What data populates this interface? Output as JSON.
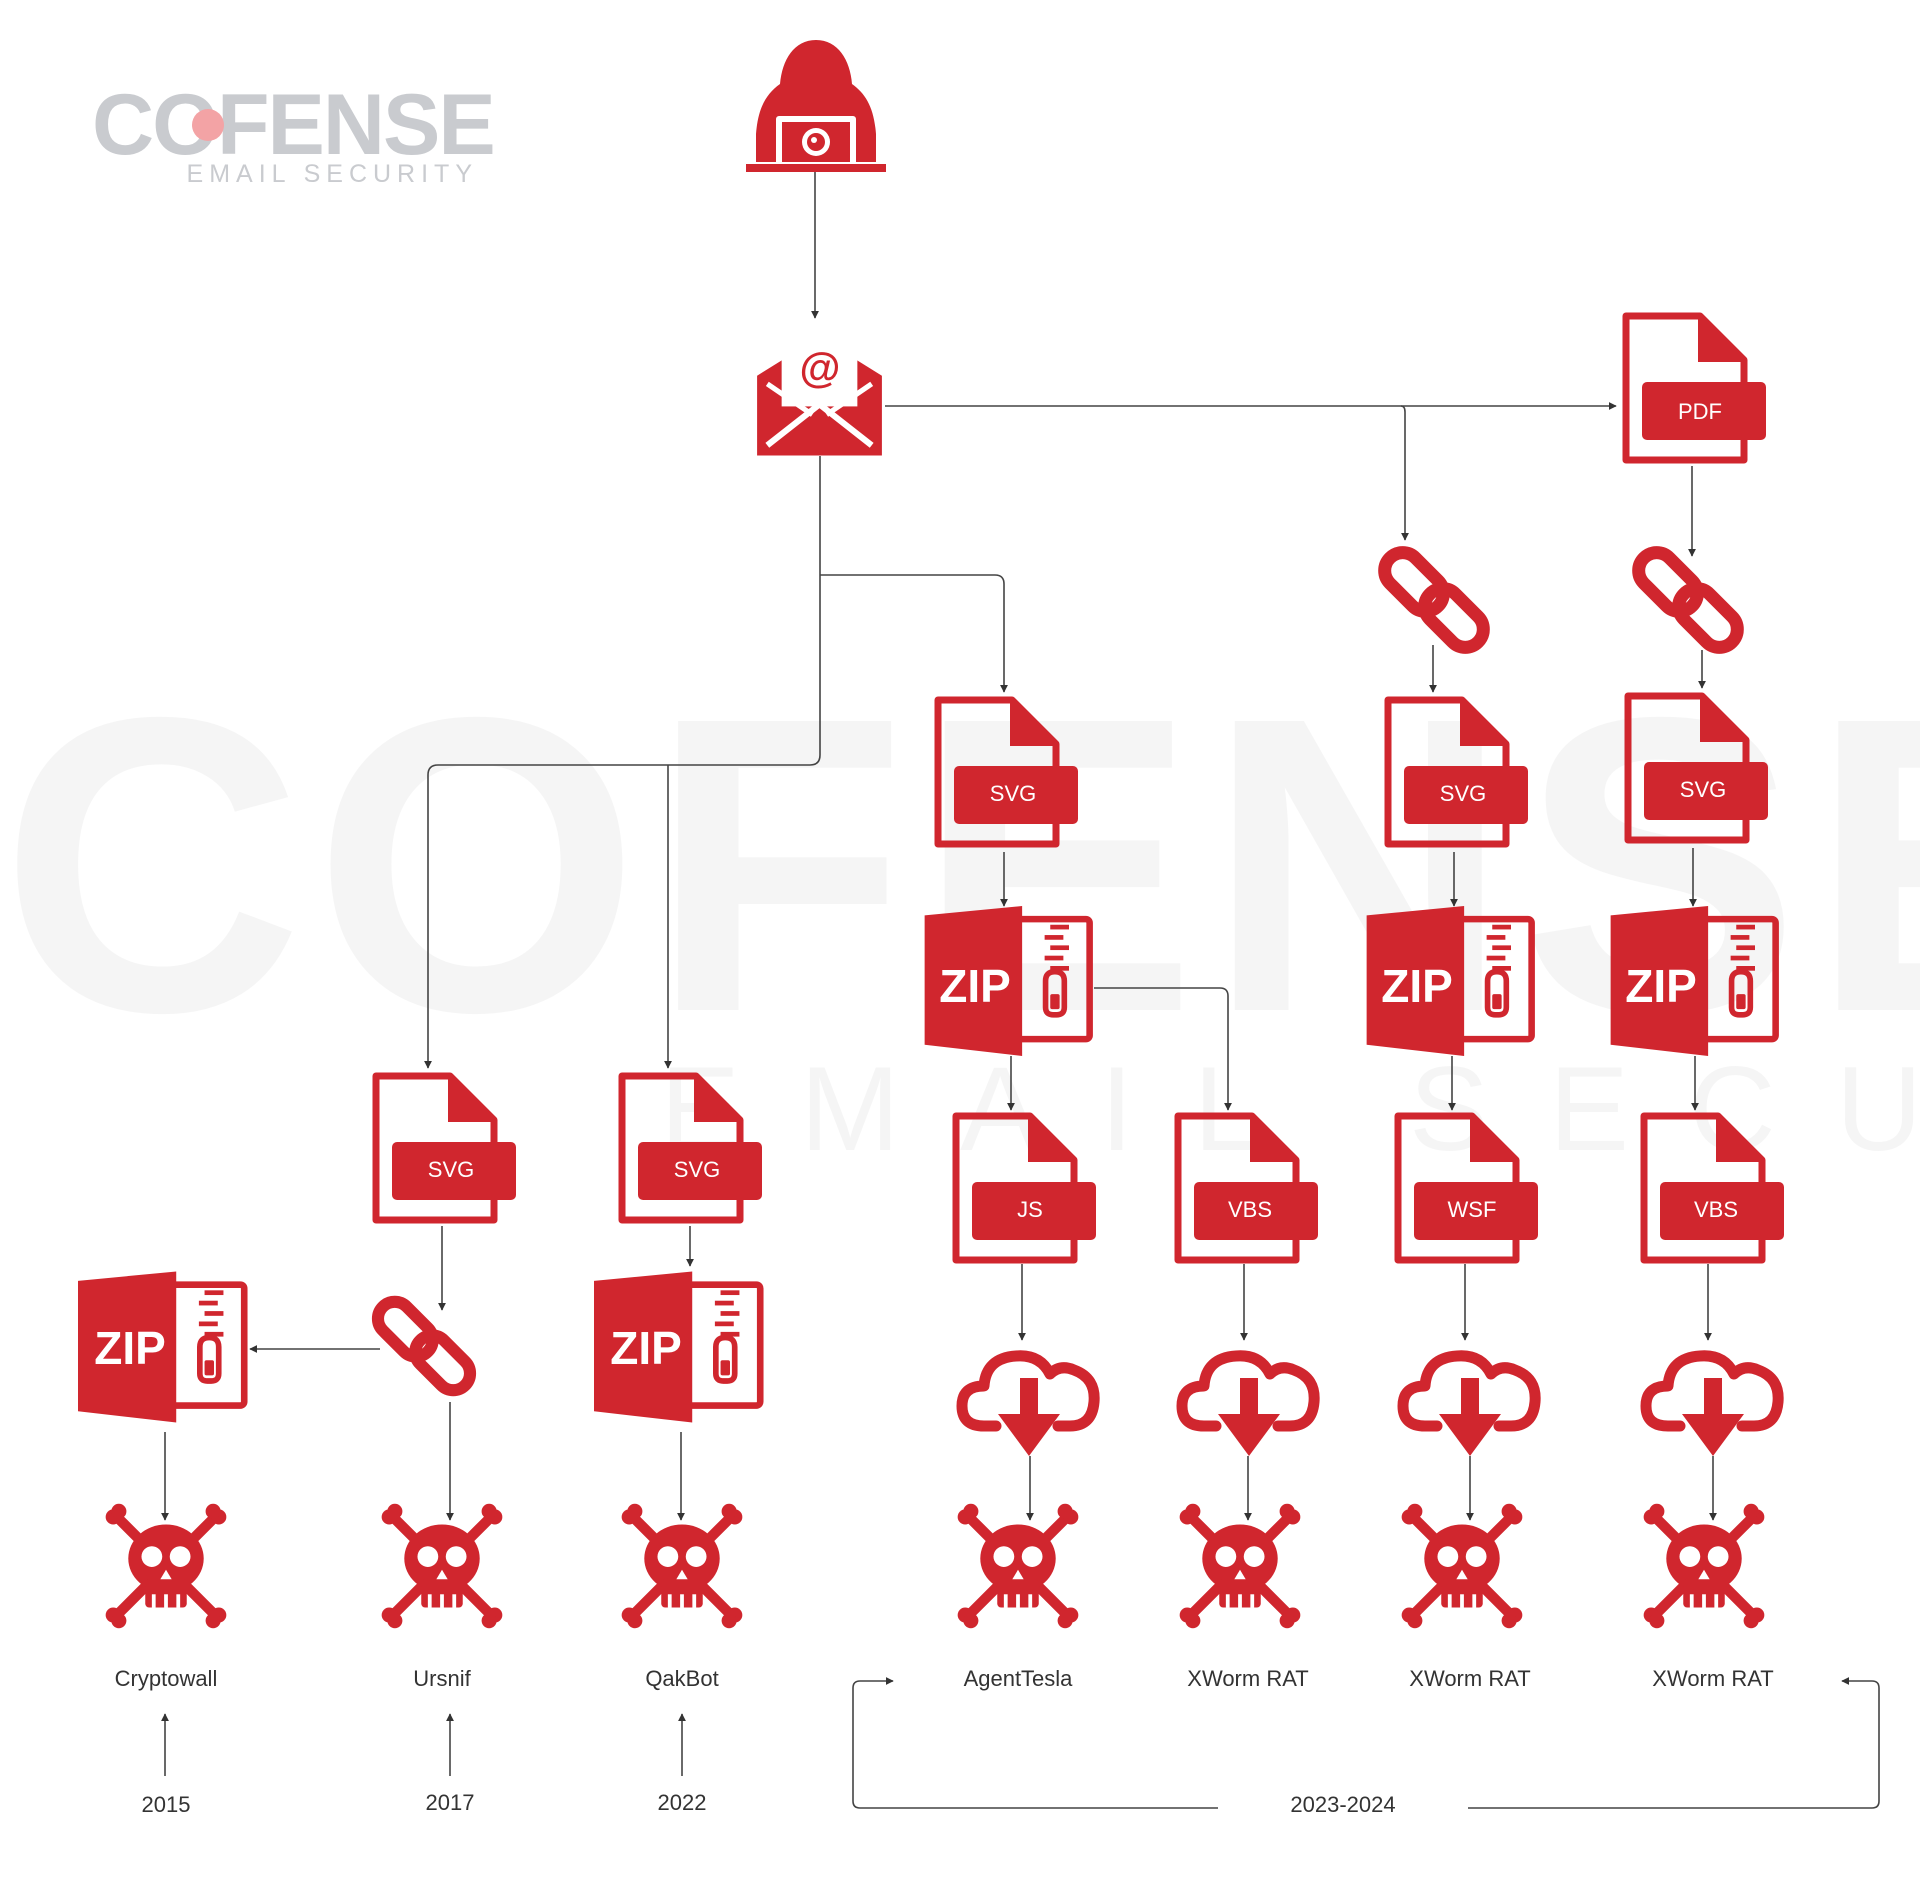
{
  "logo": {
    "wordmark": "COFENSE",
    "tagline": "EMAIL SECURITY"
  },
  "colors": {
    "accent": "#d0262e",
    "logo_gray": "#c9cbcf",
    "logo_dot": "#f3a3a5",
    "line": "#444444",
    "text": "#333333"
  },
  "nodes": {
    "hacker": {
      "icon": "hacker-icon"
    },
    "email": {
      "icon": "email-envelope-icon"
    },
    "pdf": {
      "icon": "pdf-file-icon",
      "label": "PDF"
    },
    "link_svg_top": {
      "icon": "chain-link-icon"
    },
    "link_pdf": {
      "icon": "chain-link-icon"
    },
    "link_ursnif": {
      "icon": "chain-link-icon"
    },
    "svg_agenttesla": {
      "icon": "svg-file-icon",
      "label": "SVG"
    },
    "svg_xworm2": {
      "icon": "svg-file-icon",
      "label": "SVG"
    },
    "svg_xworm3": {
      "icon": "svg-file-icon",
      "label": "SVG"
    },
    "svg_ursnif": {
      "icon": "svg-file-icon",
      "label": "SVG"
    },
    "svg_qakbot": {
      "icon": "svg-file-icon",
      "label": "SVG"
    },
    "zip_agenttesla": {
      "icon": "zip-archive-icon",
      "label": "ZIP"
    },
    "zip_xworm2": {
      "icon": "zip-archive-icon",
      "label": "ZIP"
    },
    "zip_xworm3": {
      "icon": "zip-archive-icon",
      "label": "ZIP"
    },
    "zip_cryptowall": {
      "icon": "zip-archive-icon",
      "label": "ZIP"
    },
    "zip_qakbot": {
      "icon": "zip-archive-icon",
      "label": "ZIP"
    },
    "js_file": {
      "icon": "js-file-icon",
      "label": "JS"
    },
    "vbs_file_1": {
      "icon": "vbs-file-icon",
      "label": "VBS"
    },
    "wsf_file": {
      "icon": "wsf-file-icon",
      "label": "WSF"
    },
    "vbs_file_2": {
      "icon": "vbs-file-icon",
      "label": "VBS"
    }
  },
  "malware": [
    {
      "key": "cryptowall",
      "name": "Cryptowall"
    },
    {
      "key": "ursnif",
      "name": "Ursnif"
    },
    {
      "key": "qakbot",
      "name": "QakBot"
    },
    {
      "key": "agenttesla",
      "name": "AgentTesla"
    },
    {
      "key": "xworm1",
      "name": "XWorm RAT"
    },
    {
      "key": "xworm2",
      "name": "XWorm RAT"
    },
    {
      "key": "xworm3",
      "name": "XWorm RAT"
    }
  ],
  "years": {
    "cryptowall": "2015",
    "ursnif": "2017",
    "qakbot": "2022",
    "range": "2023-2024"
  }
}
